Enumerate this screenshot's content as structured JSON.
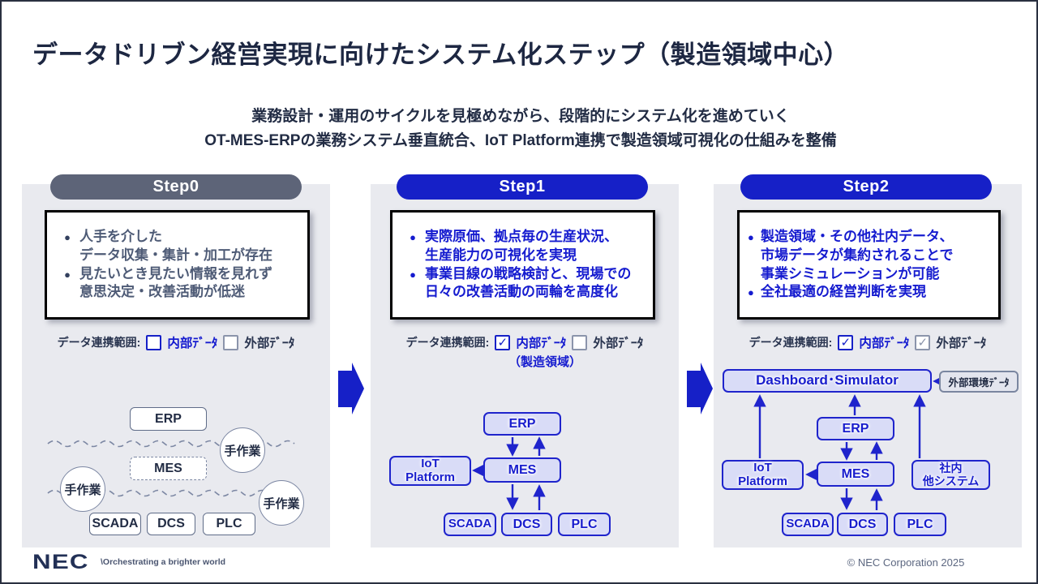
{
  "slide": {
    "title": "データドリブン経営実現に向けたシステム化ステップ（製造領域中心）",
    "subtitle_line1": "業務設計・運用のサイクルを見極めながら、段階的にシステム化を進めていく",
    "subtitle_line2": "OT-MES-ERPの業務システム垂直統合、IoT Platform連携で製造領域可視化の仕組みを整備"
  },
  "colors": {
    "accent_blue": "#1620c7",
    "node_blue_fill": "#d9dcf7",
    "panel_bg": "#e9eaef",
    "slate": "#7c87a3",
    "text_dark": "#222c44",
    "blue_text": "#151bcf"
  },
  "steps": [
    {
      "header": "Step0",
      "bullets": {
        "b1l1": "人手を介した",
        "b1l2": "データ収集・集計・加工が存在",
        "b2l1": "見たいとき見たい情報を見れず",
        "b2l2": "意思決定・改善活動が低迷"
      },
      "scope": {
        "label": "データ連携範囲:",
        "internal_label": "内部ﾃﾞｰﾀ",
        "internal_checked": false,
        "internal_check_glyph": "",
        "external_label": "外部ﾃﾞｰﾀ",
        "external_checked": false,
        "external_check_glyph": ""
      },
      "nodes": {
        "erp": "ERP",
        "mes": "MES",
        "scada": "SCADA",
        "dcs": "DCS",
        "plc": "PLC",
        "manual": "手作業"
      }
    },
    {
      "header": "Step1",
      "bullets": {
        "b1l1": "実際原価、拠点毎の生産状況、",
        "b1l2": "生産能力の可視化を実現",
        "b2l1": "事業目線の戦略検討と、現場での",
        "b2l2": "日々の改善活動の両輪を高度化"
      },
      "scope": {
        "label": "データ連携範囲:",
        "internal_label": "内部ﾃﾞｰﾀ",
        "internal_checked": true,
        "internal_check_glyph": "✓",
        "external_label": "外部ﾃﾞｰﾀ",
        "external_checked": false,
        "external_check_glyph": "",
        "note": "（製造領域）"
      },
      "nodes": {
        "erp": "ERP",
        "mes": "MES",
        "scada": "SCADA",
        "dcs": "DCS",
        "plc": "PLC",
        "iot_line1": "IoT",
        "iot_line2": "Platform"
      }
    },
    {
      "header": "Step2",
      "bullets": {
        "b1l1": "製造領域・その他社内データ、",
        "b1l2": "市場データが集約されることで",
        "b1l3": "事業シミュレーションが可能",
        "b2l1": "全社最適の経営判断を実現"
      },
      "scope": {
        "label": "データ連携範囲:",
        "internal_label": "内部ﾃﾞｰﾀ",
        "internal_checked": true,
        "internal_check_glyph": "✓",
        "external_label": "外部ﾃﾞｰﾀ",
        "external_checked": true,
        "external_check_glyph": "✓"
      },
      "nodes": {
        "dashboard": "Dashboard･Simulator",
        "external_env": "外部環境ﾃﾞｰﾀ",
        "erp": "ERP",
        "mes": "MES",
        "scada": "SCADA",
        "dcs": "DCS",
        "plc": "PLC",
        "iot_line1": "IoT",
        "iot_line2": "Platform",
        "other_line1": "社内",
        "other_line2": "他システム"
      }
    }
  ],
  "footer": {
    "logo": "NEC",
    "tagline": "\\Orchestrating a brighter world",
    "copyright": "© NEC Corporation 2025"
  }
}
